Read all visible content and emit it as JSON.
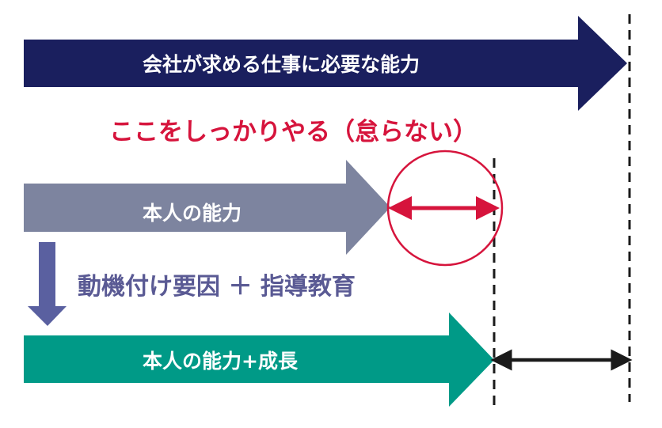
{
  "labels": {
    "required_ability": "会社が求める仕事に必要な能力",
    "focus_note": "ここをしっかりやる（怠らない）",
    "personal_ability": "本人の能力",
    "development_method": "動機付け要因 ＋ 指導教育",
    "ability_plus_growth": "本人の能力+成長"
  },
  "colors": {
    "required_arrow": "#1a1f5e",
    "personal_arrow": "#7d849f",
    "down_arrow": "#5a60a0",
    "growth_arrow": "#009a87",
    "highlight": "#d6143c",
    "gap_arrow": "#1a1a1a",
    "guide_line": "#1a1a1a",
    "method_text": "#5a5a94"
  }
}
